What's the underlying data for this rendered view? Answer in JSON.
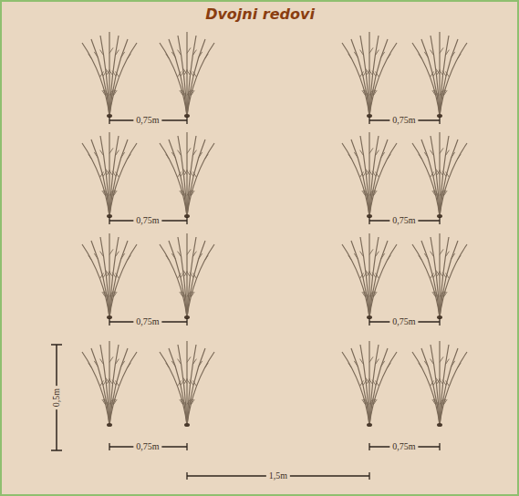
{
  "diagram": {
    "title": "Dvojni redovi",
    "labels": [
      "0,75m",
      "0,75m",
      "0,75m",
      "0,75m",
      "0,75m",
      "0,75m",
      "0,5m",
      "0,75m",
      "0,75m",
      "1,5m"
    ]
  }
}
